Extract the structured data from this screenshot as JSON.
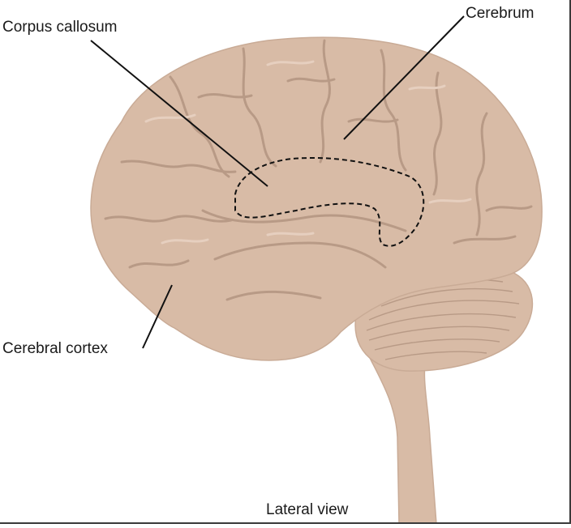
{
  "labels": {
    "corpus_callosum": "Corpus callosum",
    "cerebrum": "Cerebrum",
    "cerebral_cortex": "Cerebral cortex",
    "view": "Lateral view"
  },
  "colors": {
    "brain_fill": "#d8bba6",
    "brain_fold": "#b89a86",
    "brain_highlight": "#e6cfbf",
    "leader_line": "#111111",
    "background": "#ffffff"
  }
}
